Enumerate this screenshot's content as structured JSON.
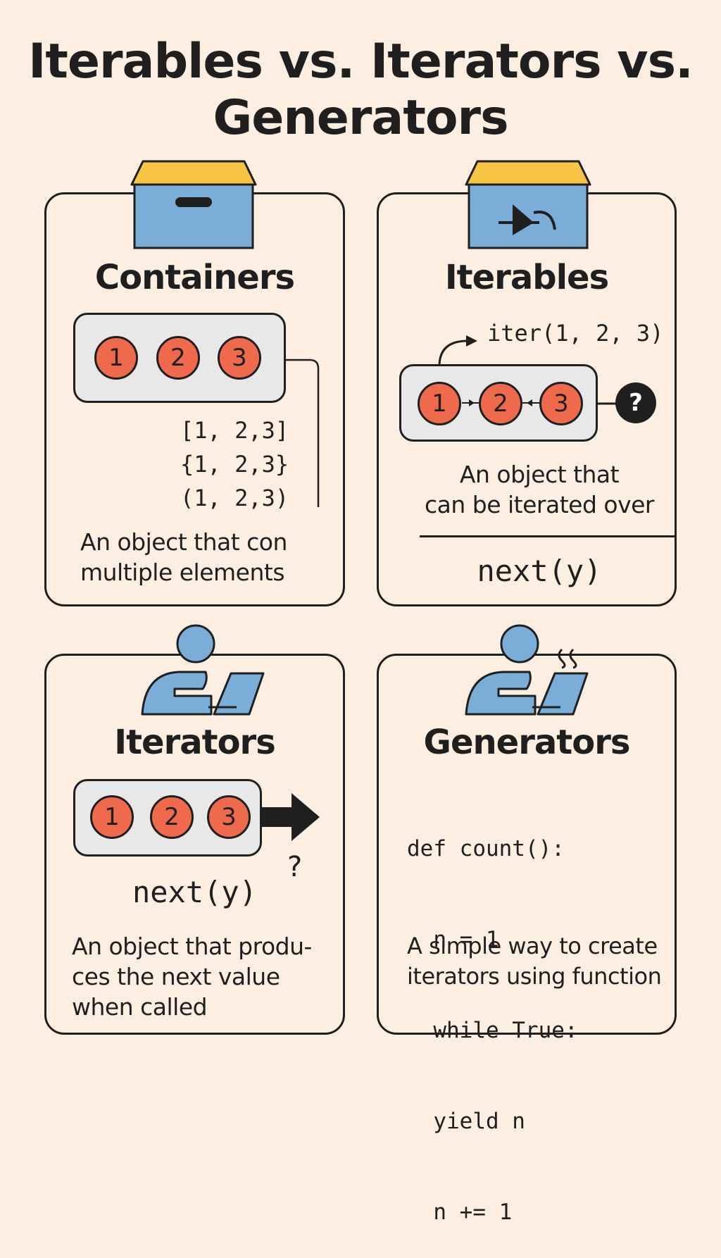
{
  "title": {
    "line1": "Iterables vs. Iterators vs.",
    "line2": "Generators"
  },
  "containers": {
    "heading": "Containers",
    "items": [
      "1",
      "2",
      "3"
    ],
    "examples": [
      "[1, 2,3]",
      "{1, 2,3}",
      "(1, 2,3)"
    ],
    "description": [
      "An object that con",
      "multiple elements"
    ],
    "icon": "box-minus-icon"
  },
  "iterables": {
    "heading": "Iterables",
    "call_label": "iter(1, 2, 3)",
    "items": [
      "1",
      "2",
      "3"
    ],
    "unknown": "?",
    "description": [
      "An object that",
      "can be iterated over"
    ],
    "footer": "next(y)",
    "icon": "box-arrow-icon"
  },
  "iterators": {
    "heading": "Iterators",
    "items": [
      "1",
      "2",
      "3"
    ],
    "unknown": "?",
    "call": "next(y)",
    "description": [
      "An object that produ-",
      "ces the next value",
      "when called"
    ],
    "icon": "person-laptop-icon"
  },
  "generators": {
    "heading": "Generators",
    "code": [
      "def count():",
      "  n = 1",
      "  while True:",
      "  yield n",
      "  n += 1"
    ],
    "description": [
      "A simple way to create",
      "iterators using function"
    ],
    "icon": "person-laptop-steam-icon"
  },
  "colors": {
    "background": "#fcefe2",
    "ball": "#ef6a4c",
    "box": "#7aaed8",
    "box_lid": "#f8c444",
    "pill": "#e8e8e8",
    "ink": "#1f1f1f"
  }
}
